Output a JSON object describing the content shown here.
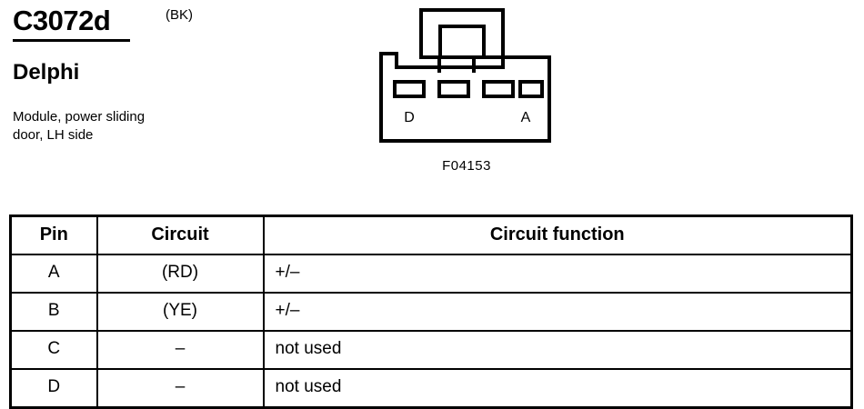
{
  "header": {
    "connector_id": "C3072d",
    "connector_color": "(BK)",
    "manufacturer": "Delphi",
    "description": "Module, power sliding door, LH side"
  },
  "figure": {
    "code": "F04153",
    "left_pin_label": "D",
    "right_pin_label": "A",
    "cavity_count": 4
  },
  "table": {
    "headers": {
      "pin": "Pin",
      "circuit": "Circuit",
      "function": "Circuit function"
    },
    "rows": [
      {
        "pin": "A",
        "circuit": "(RD)",
        "function": "+/–"
      },
      {
        "pin": "B",
        "circuit": "(YE)",
        "function": "+/–"
      },
      {
        "pin": "C",
        "circuit": "–",
        "function": "not used"
      },
      {
        "pin": "D",
        "circuit": "–",
        "function": "not used"
      }
    ]
  },
  "colors": {
    "ink": "#000000",
    "paper": "#ffffff"
  }
}
